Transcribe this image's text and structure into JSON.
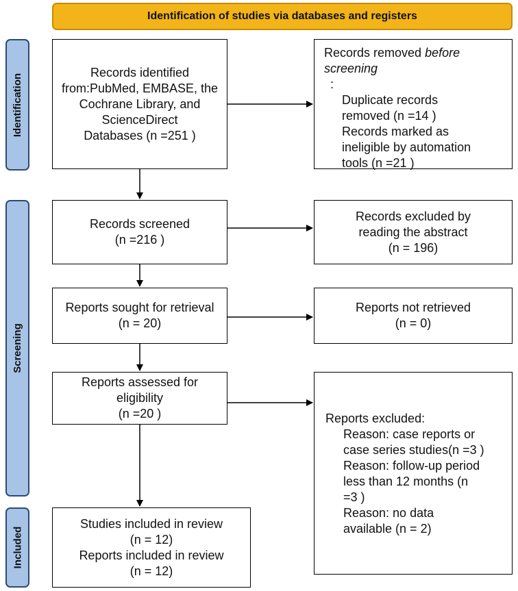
{
  "header": {
    "title": "Identification of studies via databases and registers"
  },
  "stages": {
    "identification": "Identification",
    "screening": "Screening",
    "included": "Included"
  },
  "boxes": {
    "records_identified": [
      "Records identified",
      "from:PubMed, EMBASE, the",
      "Cochrane Library, and",
      "ScienceDirect",
      "Databases (n =251 )"
    ],
    "records_removed": {
      "title_prefix": "Records removed ",
      "title_italic": "before screening",
      "title_suffix": ":",
      "lines": [
        "Duplicate records",
        "removed  (n =14 )",
        "Records marked as",
        "ineligible by automation",
        "tools (n =21 )"
      ]
    },
    "records_screened": [
      "Records screened",
      "(n =216 )"
    ],
    "records_excluded": [
      "Records excluded by",
      "reading the abstract",
      "(n = 196)"
    ],
    "reports_sought": [
      "Reports sought for retrieval",
      "(n = 20)"
    ],
    "reports_not_retrieved": [
      "Reports not retrieved",
      "(n = 0)"
    ],
    "reports_assessed": [
      "Reports assessed for",
      "eligibility",
      "(n =20 )"
    ],
    "reports_excluded": {
      "title": "Reports excluded:",
      "lines": [
        "Reason: case reports or",
        "case series studies(n =3 )",
        "Reason: follow-up period",
        "less than 12 months (n",
        "=3 )",
        "Reason: no data",
        "available  (n = 2)"
      ]
    },
    "included": [
      "Studies included in review",
      "(n = 12)",
      "Reports included in review",
      "(n = 12)"
    ]
  },
  "colors": {
    "banner_fill": "#f2b418",
    "banner_border": "#c98a00",
    "stage_fill": "#a7c4e6",
    "stage_border": "#2d4a73"
  }
}
